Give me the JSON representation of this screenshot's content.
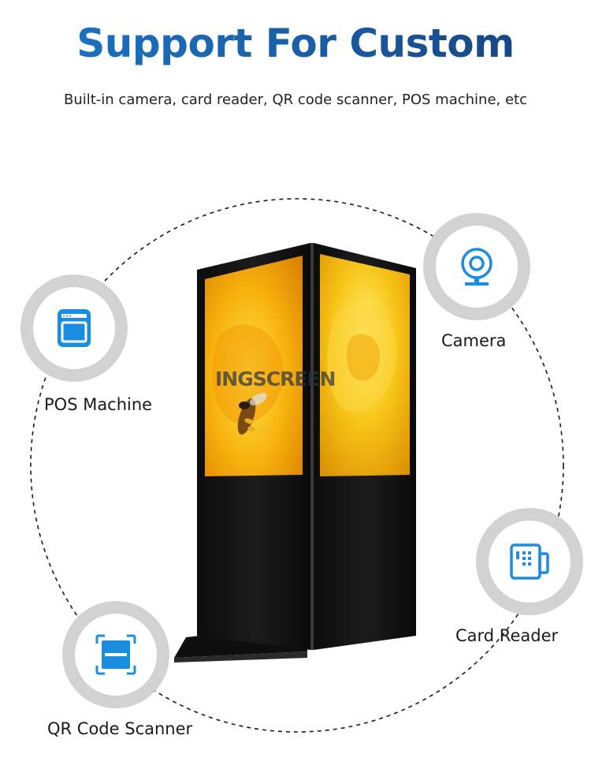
{
  "header": {
    "title": "Support For Custom",
    "subtitle": "Built-in camera, card reader, QR code scanner, POS machine, etc"
  },
  "features": {
    "pos": {
      "label": "POS Machine",
      "icon": "pos-machine-icon"
    },
    "camera": {
      "label": "Camera",
      "icon": "webcam-icon"
    },
    "card_reader": {
      "label": "Card Reader",
      "icon": "card-reader-icon"
    },
    "qr": {
      "label": "QR Code Scanner",
      "icon": "qr-scanner-icon"
    }
  },
  "product": {
    "watermark": "INGSCREEN"
  },
  "colors": {
    "accent_blue": "#1b8de0",
    "title_blue": "#1b6cbf",
    "ring_grey": "#d2d2d2"
  }
}
